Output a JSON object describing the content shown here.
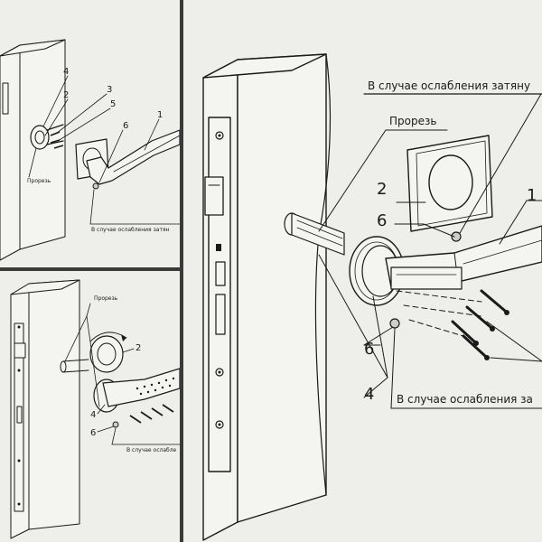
{
  "panels": {
    "top_left": {
      "callouts": [
        "4",
        "2",
        "3",
        "5",
        "6",
        "1"
      ],
      "slot_label": "Прорезь",
      "note": "В случае ослабления затян"
    },
    "bottom_left": {
      "slot_label": "Прорезь",
      "callouts": [
        "2",
        "4",
        "6"
      ],
      "note": "В случае ослабле"
    },
    "right": {
      "note_top": "В случае ослабления затяну",
      "slot_label": "Прорезь",
      "callouts": [
        "2",
        "6",
        "1",
        "6",
        "4"
      ],
      "note_bottom": "В случае ослабления за"
    }
  },
  "colors": {
    "paper": "#eeeeea",
    "ink": "#1a1a1a",
    "gap": "#3a3a3a"
  }
}
